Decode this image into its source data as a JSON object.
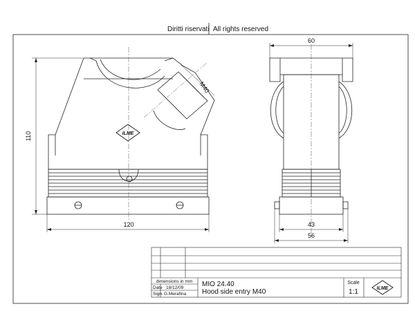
{
  "header": {
    "left_notice": "Diritti riservati",
    "right_notice": "All rights reserved"
  },
  "front_view": {
    "height_label": "110",
    "width_label": "120",
    "cable_entry_label": "M40",
    "logo_text": "ILME"
  },
  "side_view": {
    "top_width_label": "60",
    "inner_width_label": "43",
    "overall_width_label": "56"
  },
  "title_block": {
    "units_note": "dimensions in mm",
    "date_label": "Date",
    "date_value": "18/12/09",
    "sign_label": "Sign.",
    "sign_value": "G.Merafina",
    "part_code": "MIO 24.40",
    "part_description": "Hood side entry M40",
    "scale_label": "Scale",
    "scale_value": "1:1",
    "logo_text": "ILME"
  }
}
